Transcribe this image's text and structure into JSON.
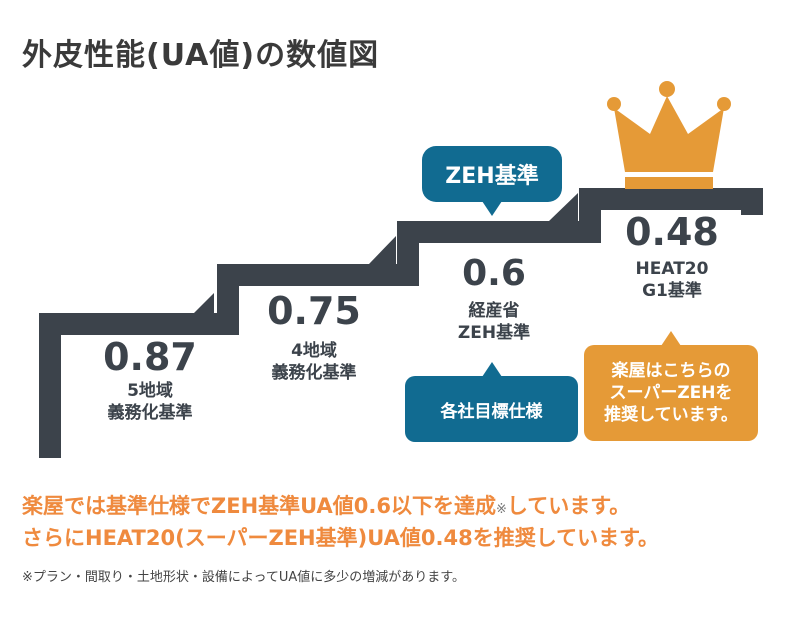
{
  "title": "外皮性能(UA値)の数値図",
  "steps": [
    {
      "value": "0.87",
      "label_1": "5地域",
      "label_2": "義務化基準"
    },
    {
      "value": "0.75",
      "label_1": "4地域",
      "label_2": "義務化基準"
    },
    {
      "value": "0.6",
      "label_1": "経産省",
      "label_2": "ZEH基準"
    },
    {
      "value": "0.48",
      "label_1": "HEAT20",
      "label_2": "G1基準"
    }
  ],
  "bubbles": {
    "zeh_standard": "ZEH基準",
    "company_target": "各社目標仕様",
    "recommend_1": "楽屋はこちらの",
    "recommend_2": "スーパーZEHを",
    "recommend_3": "推奨しています。"
  },
  "notes": {
    "line1": "楽屋では基準仕様でZEH基準UA値0.6以下を達成",
    "line1_mark": "※",
    "line1_end": "しています。",
    "line2": "さらにHEAT20(スーパーZEH基準)UA値0.48を推奨しています。",
    "footnote": "※プラン・間取り・土地形状・設備によってUA値に多少の増減があります。"
  },
  "colors": {
    "stair": "#3c434b",
    "blue": "#116b91",
    "orange": "#e59a37",
    "note_orange": "#ef8a3e"
  },
  "icons": {
    "crown": "crown-icon"
  }
}
